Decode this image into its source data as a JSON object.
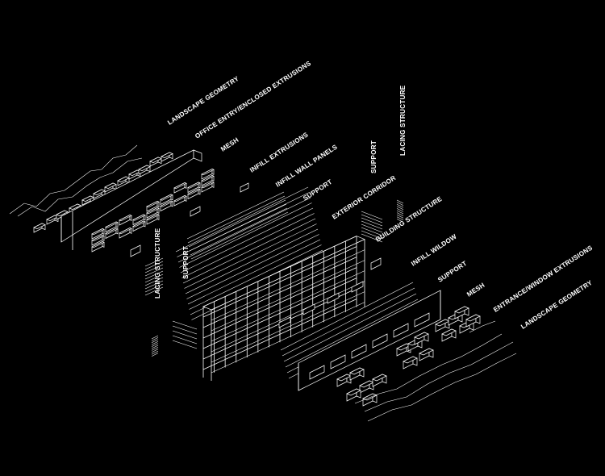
{
  "diagram": {
    "background": "#000000",
    "line_color": "#ffffff",
    "labels": {
      "landscape_geometry_top": "LANDSCAPE GEOMETRY",
      "office_entry": "OFFICE ENTRY/ENCLOSED EXTRUSIONS",
      "mesh_top": "MESH",
      "infill_extrusions": "INFILL EXTRUSIONS",
      "infill_wall_panels": "INFILL WALL PANELS",
      "support_upper": "SUPPORT",
      "support_vertical_top": "SUPPORT",
      "lacing_structure_top": "LACING STRUCTURE",
      "exterior_corridor": "EXTERIOR CORRIDOR",
      "building_structure": "BUILDING STRUCTURE",
      "infill_window": "INFILL WILDOW",
      "support_lower": "SUPPORT",
      "mesh_lower": "MESH",
      "entrance_window_extrusions": "ENTRANCE/WINDOW EXTRUSIONS",
      "landscape_geometry_bottom": "LANDSCAPE GEOMETRY",
      "lacing_structure_left": "LACING STRUCTURE",
      "support_vertical_left": "SUPPORT"
    }
  }
}
